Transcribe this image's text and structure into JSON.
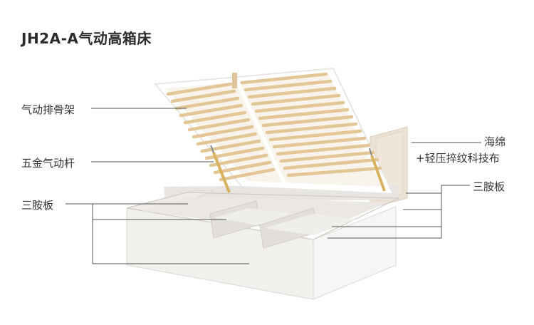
{
  "title": "JH2A-A气动高箱床",
  "labels": {
    "frame": "气动排骨架",
    "gas_strut": "五金气动杆",
    "side_panel_left": "三胺板",
    "sponge_line1": "海绵",
    "sponge_line2": "+轻压捽纹科技布",
    "side_panel_right": "三胺板"
  },
  "colors": {
    "panel": "#f4f2ef",
    "panel_shadow": "#e4e1dc",
    "frame": "#ffffff",
    "slat": "#e9d1a6",
    "headboard": "#ece2d4",
    "strut": "#d9b25f",
    "leader": "#555555"
  }
}
